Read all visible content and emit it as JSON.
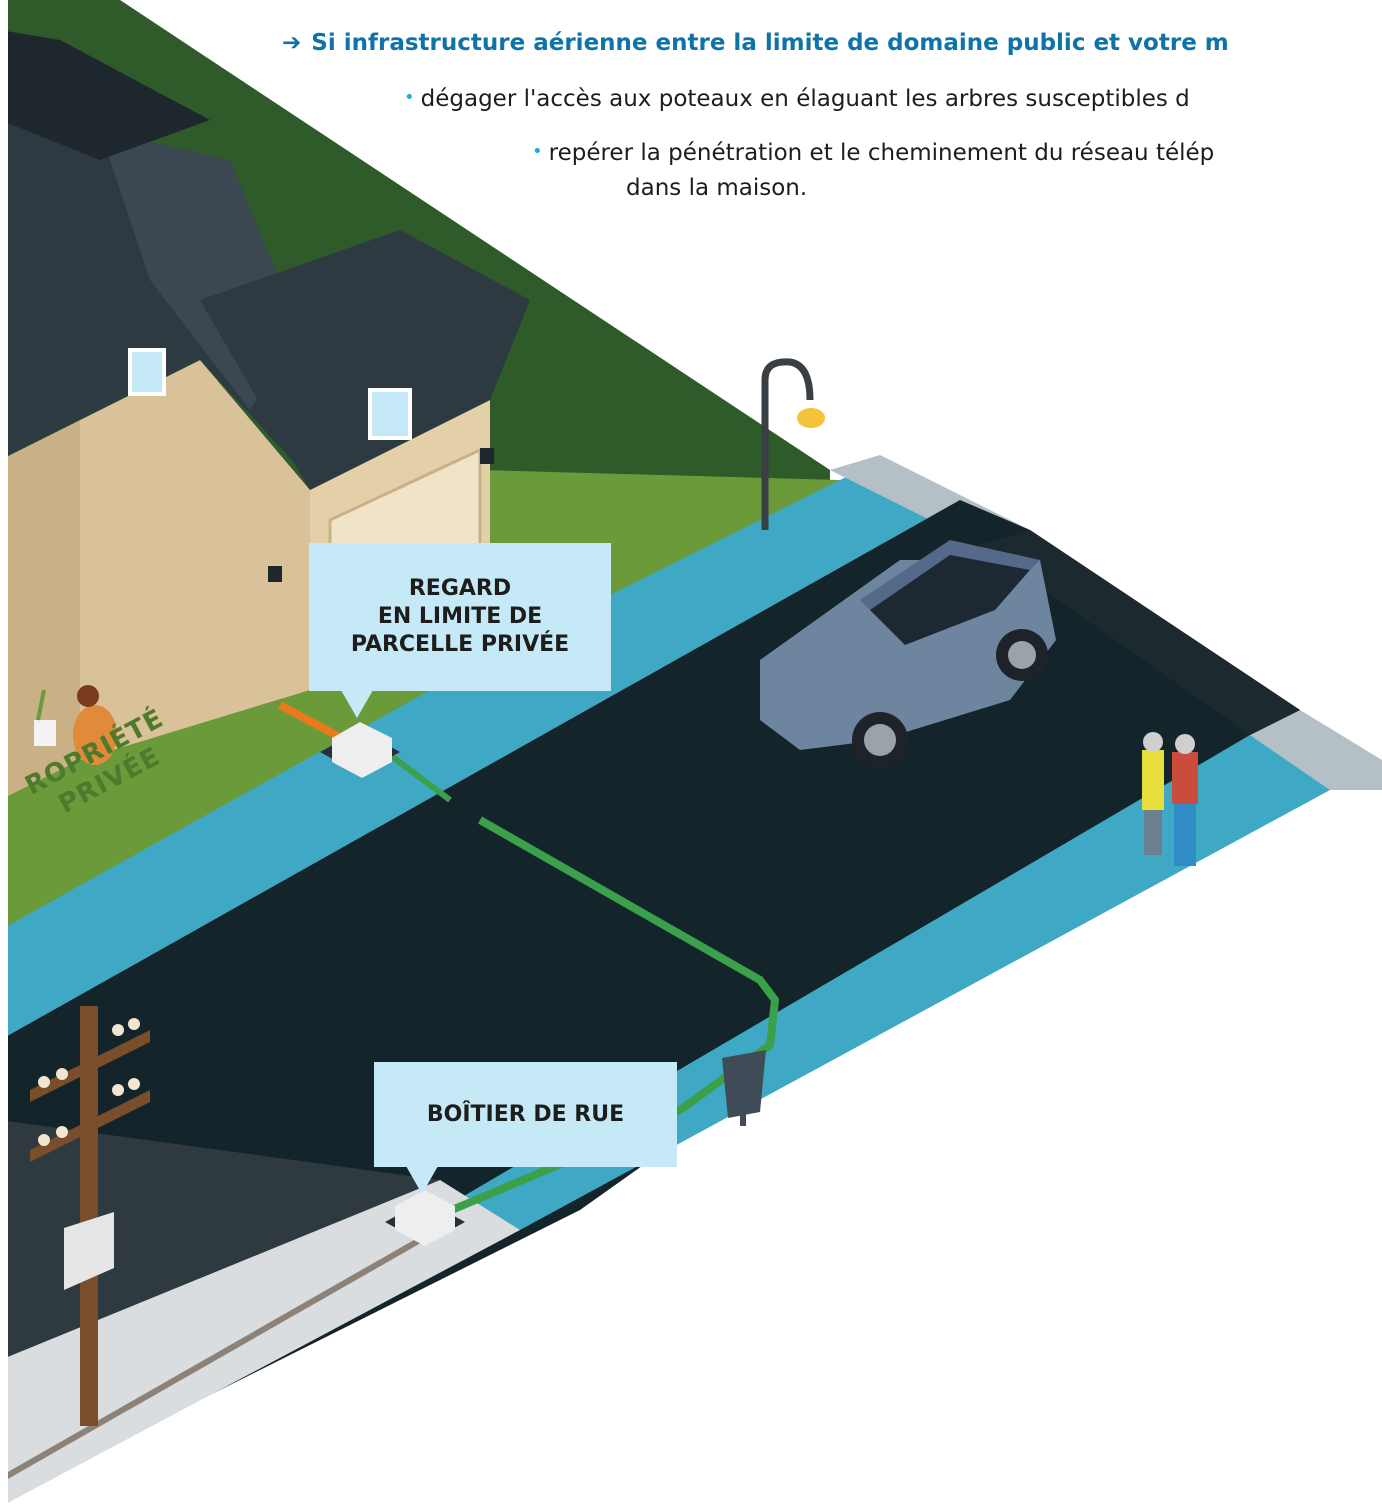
{
  "heading": {
    "arrow_icon": "arrow-right-icon",
    "text": "Si infrastructure aérienne entre la limite de domaine public et votre m"
  },
  "bullets": [
    {
      "text": "dégager l'accès aux poteaux en élaguant les arbres susceptibles d"
    },
    {
      "text": "repérer la pénétration et le cheminement du réseau télép",
      "continuation": "dans la maison."
    }
  ],
  "callouts": {
    "regard": [
      "REGARD",
      "EN LIMITE DE",
      "PARCELLE PRIVÉE"
    ],
    "boitier": "BOÎTIER DE RUE"
  },
  "zone_label": [
    "ROPRIÉTÉ",
    "PRIVÉE"
  ],
  "colors": {
    "heading": "#0f73a8",
    "bullet_dot": "#29a9d6",
    "callout_bg": "#c6e9f8",
    "grass": "#6a9a3a",
    "sidewalk": "#3fa8c4",
    "road": "#14242b",
    "roof": "#2e3a42",
    "wall": "#d9c29a",
    "cable_green": "#3aa14a",
    "cable_orange": "#ec7a1c",
    "car": "#6e85a0"
  }
}
